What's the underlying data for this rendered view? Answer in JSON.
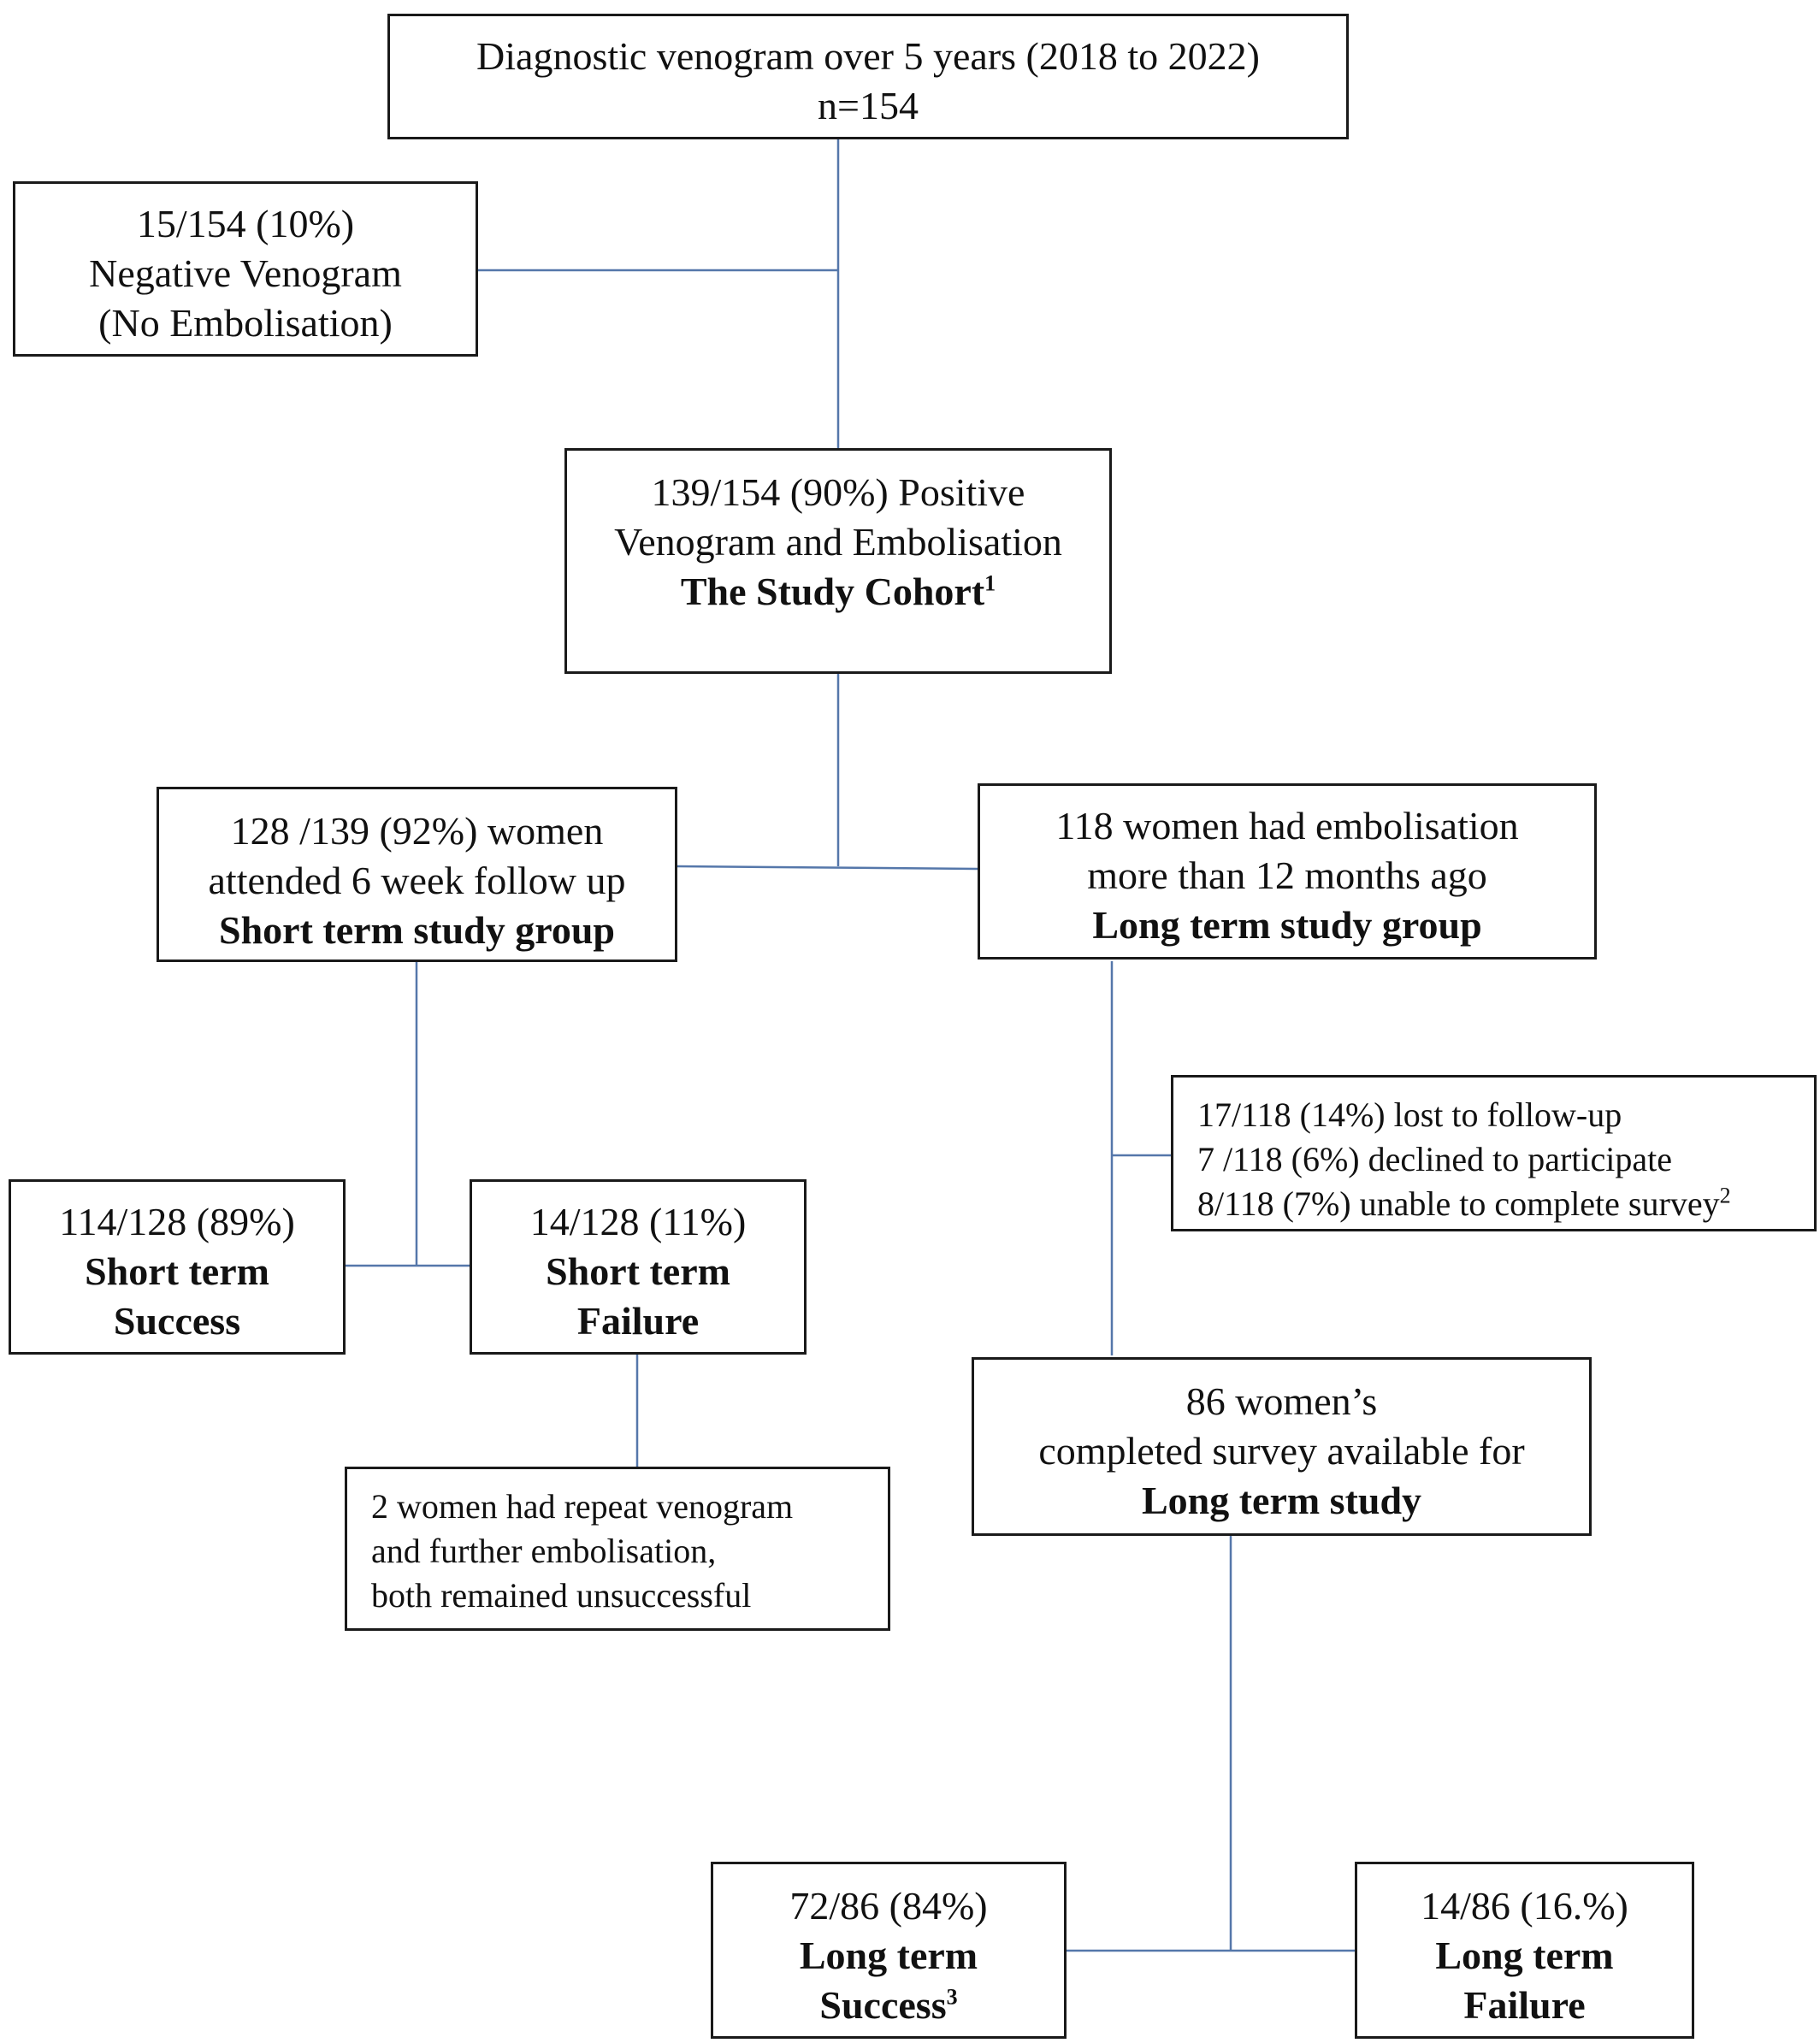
{
  "colors": {
    "connector": "#5577aa",
    "border": "#1a1a1a"
  },
  "nodes": {
    "diagnostic": {
      "line1": "Diagnostic venogram over 5 years (2018 to 2022)",
      "line2": "n=154"
    },
    "negative": {
      "line1": "15/154 (10%)",
      "line2": "Negative Venogram",
      "line3": "(No Embolisation)"
    },
    "positive": {
      "line1": "139/154 (90%) Positive",
      "line2": "Venogram and Embolisation",
      "line3": "The Study Cohort",
      "sup": "1"
    },
    "short_group": {
      "line1": "128 /139 (92%) women",
      "line2": "attended 6 week follow up",
      "line3": "Short term study group"
    },
    "long_group": {
      "line1": "118 women had embolisation",
      "line2": "more than 12 months ago",
      "line3": "Long term study group"
    },
    "excluded": {
      "line1": "17/118 (14%) lost to follow-up",
      "line2": "7 /118 (6%) declined to participate",
      "line3": "8/118 (7%) unable to complete survey",
      "sup": "2"
    },
    "short_success": {
      "line1": "114/128 (89%)",
      "line2": "Short term",
      "line3": "Success"
    },
    "short_failure": {
      "line1": "14/128 (11%)",
      "line2": "Short term",
      "line3": "Failure"
    },
    "repeat": {
      "line1": "2 women had repeat venogram",
      "line2": "and further  embolisation,",
      "line3": "both remained unsuccessful"
    },
    "long_survey": {
      "line1": "86 women’s",
      "line2": "completed survey available for",
      "line3": "Long term study"
    },
    "long_success": {
      "line1": "72/86 (84%)",
      "line2": "Long term",
      "line3": "Success",
      "sup": "3"
    },
    "long_failure": {
      "line1": "14/86 (16.%)",
      "line2": "Long term",
      "line3": "Failure"
    }
  }
}
